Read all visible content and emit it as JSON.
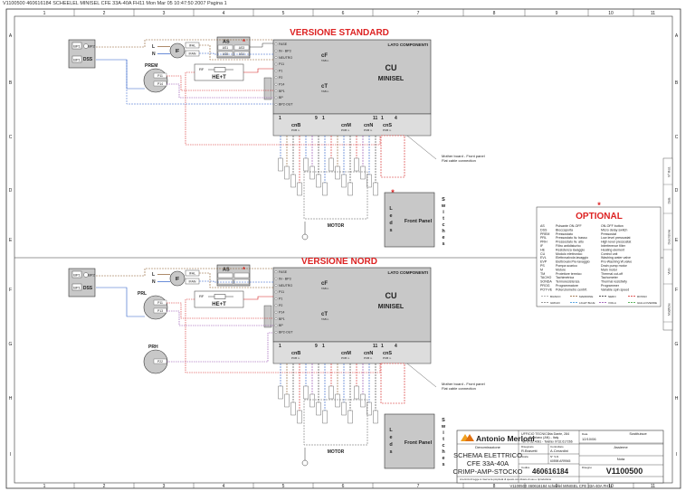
{
  "header_line": "V1100500 460616184  SCHEELEL MINISEL CFE 33A-40A FH11   Mon Mar 05 10:47:50 2007    Pagina 1",
  "columns": [
    "1",
    "2",
    "3",
    "4",
    "5",
    "6",
    "7",
    "8",
    "9",
    "10",
    "11"
  ],
  "rows": [
    "A",
    "B",
    "C",
    "D",
    "E",
    "F",
    "G",
    "H",
    "I"
  ],
  "sections": {
    "standard_title": "VERSIONE STANDARD",
    "nord_title": "VERSIONE NORD"
  },
  "top": {
    "bp_a": "BP1",
    "bp_b": "BP2",
    "dss": "DSS",
    "prem": "PREM",
    "prem_p1": "P11",
    "prem_p2": "P14",
    "l_label": "L",
    "n_label": "N",
    "if_label": "IF",
    "ifal": "IFAL",
    "ifan": "IFAN",
    "as_label": "AS",
    "as_t1": "AS1",
    "as_t2": "AS3",
    "as_t3": "AS5",
    "as_t4": "AS4",
    "he_label": "HE+T",
    "re_label": "RF",
    "lato": "LATO COMPONENTI",
    "cf": "cF",
    "cf_sub": "TAB n.",
    "ct": "cT",
    "ct_sub": "TAB n.",
    "cu": "CU",
    "minisel": "MINISEL",
    "pins": [
      "FASE",
      "IN - BP3",
      "NEUTRO",
      "P11",
      "P1",
      "P2",
      "P14",
      "BP1",
      "BP",
      "BP2-OUT"
    ]
  },
  "bottom": {
    "bp_a": "BP1",
    "bp_b": "BP2",
    "dss": "DSS",
    "prl": "PRL",
    "prl_p1": "P11",
    "prl_p2": "P13",
    "prh": "PRH",
    "prh_p": "P22",
    "l_label": "L",
    "n_label": "N",
    "if_label": "IF",
    "ifal": "IFAL",
    "ifan": "IFAN",
    "as_label": "AS",
    "he_label": "HE+T",
    "re_label": "RF",
    "lato": "LATO COMPONENTI",
    "cf": "cF",
    "cf_sub": "TAB n.",
    "ct": "cT",
    "ct_sub": "TAB n.",
    "cu": "CU",
    "minisel": "MINISEL",
    "pins": [
      "FASE",
      "IN - BP3",
      "NEUTRO",
      "P11",
      "P1",
      "P2",
      "P14",
      "BP1",
      "BP",
      "BP2-OUT"
    ]
  },
  "connectors": {
    "cnb": "cnB",
    "cnm": "cnM",
    "cnn": "cnN",
    "cns": "cnS",
    "pcb": "PCB n.",
    "n1": "1",
    "n9": "9",
    "n11": "11",
    "n4": "4"
  },
  "motherboard_note": [
    "Mother board - Front panel",
    "Flat cable connection"
  ],
  "front_panel": {
    "leds": [
      "L",
      "e",
      "d",
      "s"
    ],
    "label": "Front Panel",
    "switches": [
      "S",
      "w",
      "i",
      "t",
      "c",
      "h",
      "e",
      "s"
    ]
  },
  "motor": "MOTOR",
  "optional": {
    "star": "*",
    "title": "OPTIONAL",
    "rows": [
      {
        "code": "AS",
        "it": "Pulsante ON-OFF",
        "en": "ON-OFF button"
      },
      {
        "code": "DSS",
        "it": "Bloccaporta",
        "en": "Micro delay switch"
      },
      {
        "code": "PREM",
        "it": "Pressostato",
        "en": "Pressostat"
      },
      {
        "code": "PRL",
        "it": "Pressostato liv. basso",
        "en": "Low level pressostat"
      },
      {
        "code": "PRH",
        "it": "Pressostato liv. alto",
        "en": "High level pressostat"
      },
      {
        "code": "IF",
        "it": "Filtro antidisturbo",
        "en": "Interference filter"
      },
      {
        "code": "HE",
        "it": "Resistenza lavaggio",
        "en": "Heating element"
      },
      {
        "code": "CU",
        "it": "Modulo elettronico",
        "en": "Control unit"
      },
      {
        "code": "EVL",
        "it": "Elettrovalvola lavaggio",
        "en": "Washing water valve"
      },
      {
        "code": "EVP",
        "it": "Elettrovalv.Pre-lavaggio",
        "en": "Pre-Washing W.valve"
      },
      {
        "code": "PS",
        "it": "Pompa scarico",
        "en": "Drain pump motor"
      },
      {
        "code": "M",
        "it": "Motore",
        "en": "Main motor"
      },
      {
        "code": "TM",
        "it": "Protettore termico",
        "en": "Thermal cut-off"
      },
      {
        "code": "TACHO",
        "it": "Tachimetrica",
        "en": "Tachometer"
      },
      {
        "code": "SONDA",
        "it": "Termoresistenza",
        "en": "Thermal resistivity"
      },
      {
        "code": "PROG",
        "it": "Programmatore",
        "en": "Programmer"
      },
      {
        "code": "POT-VE",
        "it": "Potenziometro centrif.",
        "en": "Variable spin speed"
      }
    ],
    "legend": [
      "BIANCO",
      "MARRONE",
      "NERO",
      "ROSSO",
      "GRIGIO",
      "LIGHT BLUE",
      "VIOLA",
      "GIALLO/VERDE"
    ]
  },
  "side_strip": [
    "N° Mod.",
    "Data",
    "Descrizione",
    "Visto",
    "Modifiche"
  ],
  "title_block": {
    "company": "Antonio Merloni",
    "office_1": "UFFICIO TECNICO",
    "office_2": "via Dante, 284",
    "office_3": "Fabriano (AN) - Italy",
    "phone": "Tel. 0732.4081 - Telefax 0732.617266",
    "denominazione_label": "Denominazione",
    "denominazione_1": "SCHEMA ELETTRICO",
    "denominazione_2": "CFE 33A-40A",
    "denominazione_3": "CRIMP-AMP-STOCKO",
    "disegnato_label": "Disegnato",
    "disegnato": "R.Bravetti",
    "controllato_label": "Controllato",
    "controllato": "A.Cerardini",
    "data_label": "Data",
    "data": "12/10/06",
    "scala_label": "Scala",
    "nr_label": "N° S.D.",
    "nr": "60598 AR9945",
    "codice_label": "Codice",
    "codice": "460616184",
    "disegno_label": "Disegno",
    "disegno": "V1100500",
    "sostit_label": "Sostituisce",
    "assieme_label": "Assieme",
    "nota_label": "Nota",
    "legal": "A termini di legge si riserva la proprietà di questo con divieto di uso e riproduzione",
    "footer": "V1100500 460616184 scheelel MINISEL CFE 33A-40A FH11"
  },
  "colors": {
    "frame": "#333333",
    "red_title": "#d42020",
    "grey_box": "#c8c8c8",
    "blue_wire": "#2a5cc8",
    "red_wire": "#d42020",
    "brown_wire": "#8b5a2b",
    "purple_wire": "#8a3fa8"
  }
}
